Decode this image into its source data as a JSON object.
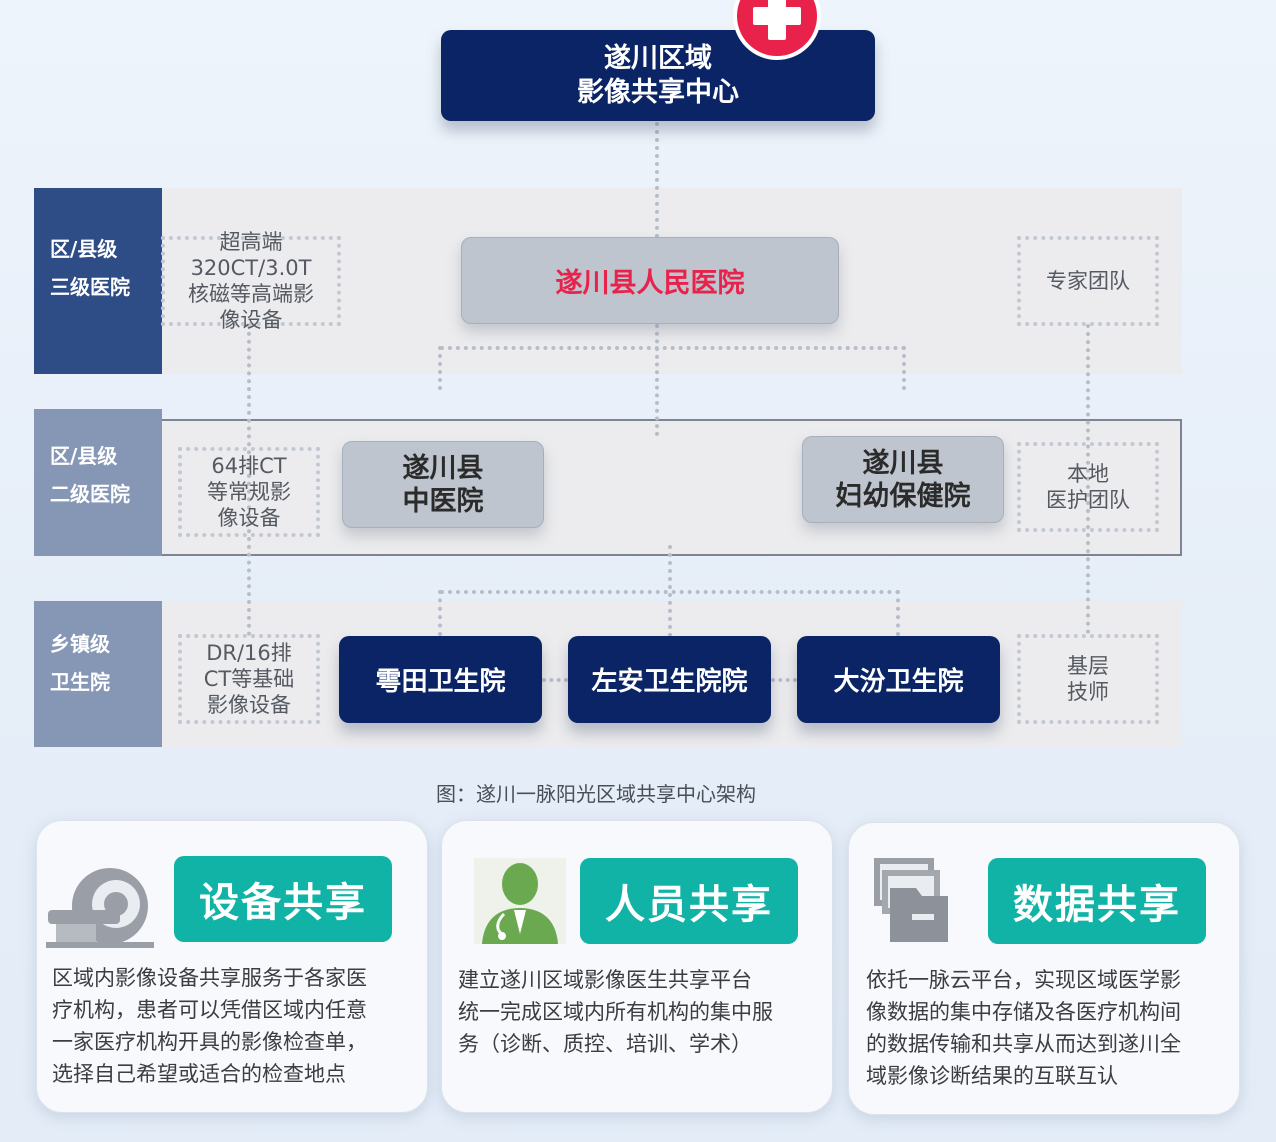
{
  "center": {
    "line1": "遂川区域",
    "line2": "影像共享中心"
  },
  "tiers": {
    "t1": {
      "line1": "区/县级",
      "line2": "三级医院"
    },
    "t2": {
      "line1": "区/县级",
      "line2": "二级医院"
    },
    "t3": {
      "line1": "乡镇级",
      "line2": "卫生院"
    }
  },
  "equipment": {
    "t1": [
      "超高端",
      "320CT/3.0T",
      "核磁等高端影",
      "像设备"
    ],
    "t2": [
      "64排CT",
      "等常规影",
      "像设备"
    ],
    "t3": [
      "DR/16排",
      "CT等基础",
      "影像设备"
    ]
  },
  "teams": {
    "t1": [
      "专家团队"
    ],
    "t2": [
      "本地",
      "医护团队"
    ],
    "t3": [
      "基层",
      "技师"
    ]
  },
  "nodes": {
    "people_hospital": "遂川县人民医院",
    "tcm": {
      "line1": "遂川县",
      "line2": "中医院"
    },
    "mch": {
      "line1": "遂川县",
      "line2": "妇幼保健院"
    },
    "town1": "雩田卫生院",
    "town2": "左安卫生院院",
    "town3": "大汾卫生院"
  },
  "caption": "图：遂川一脉阳光区域共享中心架构",
  "cards": [
    {
      "title": "设备共享",
      "icon": "ct-scanner-icon",
      "lines": [
        "区域内影像设备共享服务于各家医",
        "疗机构，患者可以凭借区域内任意",
        "一家医疗机构开具的影像检查单，",
        "选择自己希望或适合的检查地点"
      ]
    },
    {
      "title": "人员共享",
      "icon": "doctor-icon",
      "lines": [
        "建立遂川区域影像医生共享平台",
        "统一完成区域内所有机构的集中服",
        "务（诊断、质控、培训、学术）"
      ]
    },
    {
      "title": "数据共享",
      "icon": "folder-files-icon",
      "lines": [
        "依托一脉云平台，实现区域医学影",
        "像数据的集中存储及各医疗机构间",
        "的数据传输和共享从而达到遂川全",
        "域影像诊断结果的互联互认"
      ]
    }
  ],
  "colors": {
    "navy": "#0a2466",
    "teal": "#10b3a6",
    "red": "#e8224a",
    "tier1": "#2e4d86",
    "tier_light": "#8697b6"
  }
}
